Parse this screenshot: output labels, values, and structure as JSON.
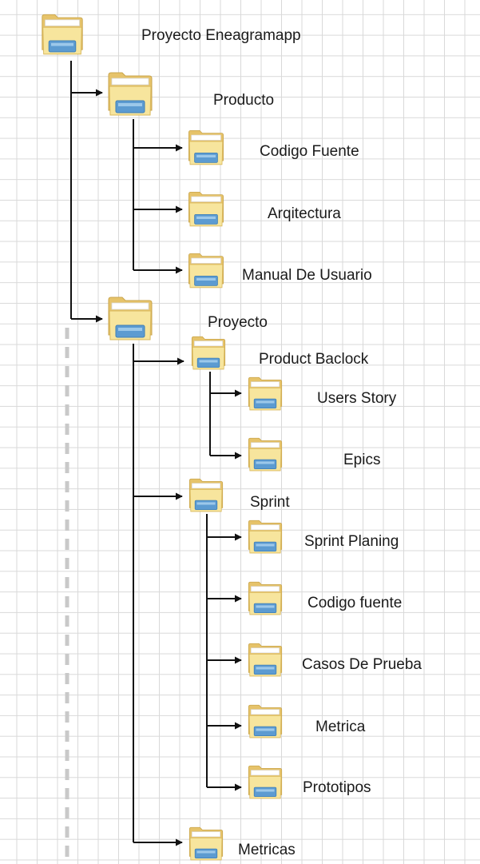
{
  "colors": {
    "folder_back": "#e6c36a",
    "folder_front": "#f7e59d",
    "folder_screen": "#5c9bd1",
    "connector": "#111111",
    "dashed_guide": "#c9c9c9"
  },
  "nodes": [
    {
      "id": "root",
      "label": "Proyecto Eneagramapp",
      "icon": "folder-icon"
    },
    {
      "id": "producto",
      "label": "Producto",
      "icon": "folder-icon"
    },
    {
      "id": "codigo-fuente",
      "label": "Codigo Fuente",
      "icon": "folder-icon"
    },
    {
      "id": "arqitectura",
      "label": "Arqitectura",
      "icon": "folder-icon"
    },
    {
      "id": "manual-de-usuario",
      "label": "Manual De Usuario",
      "icon": "folder-icon"
    },
    {
      "id": "proyecto",
      "label": "Proyecto",
      "icon": "folder-icon"
    },
    {
      "id": "product-baclock",
      "label": "Product Baclock",
      "icon": "folder-icon"
    },
    {
      "id": "users-story",
      "label": "Users Story",
      "icon": "folder-icon"
    },
    {
      "id": "epics",
      "label": "Epics",
      "icon": "folder-icon"
    },
    {
      "id": "sprint",
      "label": "Sprint",
      "icon": "folder-icon"
    },
    {
      "id": "sprint-planing",
      "label": "Sprint Planing",
      "icon": "folder-icon"
    },
    {
      "id": "codigo-fuente-sprint",
      "label": "Codigo fuente",
      "icon": "folder-icon"
    },
    {
      "id": "casos-de-prueba",
      "label": "Casos De Prueba",
      "icon": "folder-icon"
    },
    {
      "id": "metrica",
      "label": "Metrica",
      "icon": "folder-icon"
    },
    {
      "id": "prototipos",
      "label": "Prototipos",
      "icon": "folder-icon"
    },
    {
      "id": "metricas",
      "label": "Metricas",
      "icon": "folder-icon"
    }
  ],
  "edges": [
    [
      "root",
      "producto"
    ],
    [
      "root",
      "proyecto"
    ],
    [
      "producto",
      "codigo-fuente"
    ],
    [
      "producto",
      "arqitectura"
    ],
    [
      "producto",
      "manual-de-usuario"
    ],
    [
      "proyecto",
      "product-baclock"
    ],
    [
      "proyecto",
      "sprint"
    ],
    [
      "proyecto",
      "metricas"
    ],
    [
      "product-baclock",
      "users-story"
    ],
    [
      "product-baclock",
      "epics"
    ],
    [
      "sprint",
      "sprint-planing"
    ],
    [
      "sprint",
      "codigo-fuente-sprint"
    ],
    [
      "sprint",
      "casos-de-prueba"
    ],
    [
      "sprint",
      "metrica"
    ],
    [
      "sprint",
      "prototipos"
    ]
  ]
}
